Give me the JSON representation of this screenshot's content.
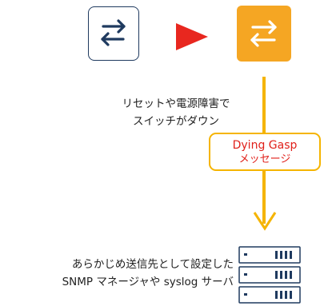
{
  "diagram": {
    "caption_top_line1": "リセットや電源障害で",
    "caption_top_line2": "スイッチがダウン",
    "message_line1": "Dying Gasp",
    "message_line2": "メッセージ",
    "target_line1": "あらかじめ送信先として設定した",
    "target_line2": "SNMP マネージャや syslog サーバ",
    "colors": {
      "switch_outline": "#1f3a5f",
      "switch_down_fill": "#f5a623",
      "arrow_red": "#e8271f",
      "flow_line": "#f5b400",
      "message_text": "#e0201a",
      "server": "#1f3a5f"
    },
    "icons": [
      "switch-icon",
      "switch-down-icon",
      "play-arrow-icon",
      "down-chevron-icon",
      "server-stack-icon"
    ]
  }
}
